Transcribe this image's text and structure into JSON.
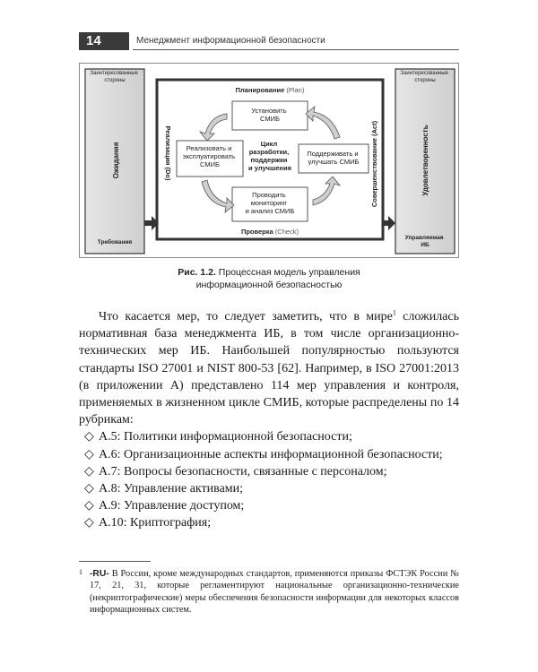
{
  "header": {
    "page_number": "14",
    "running_title": "Менеджмент информационной безопасности"
  },
  "figure": {
    "left_panel": {
      "top": "Заинтересованные стороны",
      "middle": "Ожидания",
      "bottom": "Требования"
    },
    "right_panel": {
      "top": "Заинтересованные стороны",
      "middle": "Удовлетворенность",
      "bottom": "Управляемая ИБ"
    },
    "plan_label": "Планирование",
    "plan_en": "(Plan)",
    "do_label": "Реализация (Do)",
    "check_label": "Проверка",
    "check_en": "(Check)",
    "act_label": "Совершенствование (Act)",
    "box_top": [
      "Установить",
      "СМИБ"
    ],
    "box_left": [
      "Реализовать и",
      "эксплуатировать",
      "СМИБ"
    ],
    "box_right": [
      "Поддерживать и",
      "улучшать СМИБ"
    ],
    "box_bottom": [
      "Проводить",
      "мониторинг",
      "и анализ СМИБ"
    ],
    "center": [
      "Цикл",
      "разработки,",
      "поддержки",
      "и улучшения"
    ]
  },
  "caption": {
    "prefix": "Рис. 1.2.",
    "line1": " Процессная модель управления",
    "line2": "информационной безопасностью"
  },
  "body": {
    "intro_before": "Что касается мер, то следует заметить, что в мире",
    "intro_sup": "1",
    "intro_after": " сложилась нормативная база менеджмента ИБ, в том числе организационно-технических мер ИБ. Наибольшей популярностью пользуются стандарты ISO 27001 и NIST 800-53 [62]. Например, в ISO 27001:2013 (в приложении А) представлено 114 мер управления и контроля, применяемых в жизненном цикле СМИБ, которые распределены по 14 рубрикам:",
    "bullet": "◇",
    "items": [
      "А.5: Политики информационной безопасности;",
      "А.6: Организационные аспекты информационной безопасности;",
      "А.7: Вопросы безопасности, связанные с персоналом;",
      "А.8: Управление активами;",
      "А.9: Управление доступом;",
      "А.10: Криптография;"
    ]
  },
  "footnote": {
    "number": "1",
    "tag": "-RU-",
    "text": " В России, кроме международных стандартов, применяются приказы ФСТЭК России № 17, 21, 31, которые регламентируют национальные организационно-технические (некриптографические) меры обеспечения безопасности информации для некоторых классов информационных систем."
  }
}
